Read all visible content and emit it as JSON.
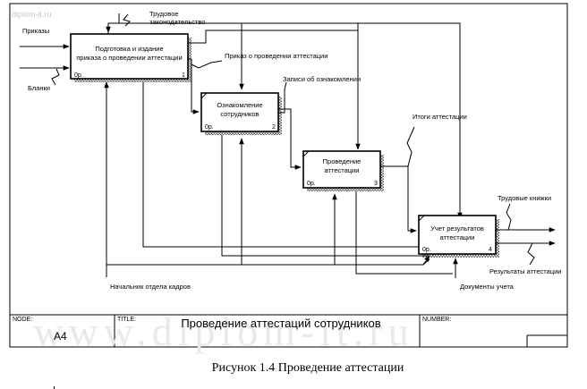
{
  "watermark_top": "diplom-it.ru",
  "watermark_bottom": "www.diplom-it.ru",
  "boxes": [
    {
      "text": [
        "Подготовка и издание",
        "приказа о проведении аттестации"
      ],
      "cost": "0р.",
      "num": "1"
    },
    {
      "text": [
        "Ознакомление",
        "сотрудников"
      ],
      "cost": "0р.",
      "num": "2"
    },
    {
      "text": [
        "Проведение",
        "аттестации"
      ],
      "cost": "0р.",
      "num": "3"
    },
    {
      "text": [
        "Учет результатов",
        "аттестации"
      ],
      "cost": "0р.",
      "num": "4"
    }
  ],
  "arrows": {
    "prikazy": "Приказы",
    "blanki": "Бланки",
    "trudovoe": [
      "Трудовое",
      "законодательство"
    ],
    "prikaz_o_provedenii": "Приказ о проведении аттестации",
    "zapisi": "Записи об ознакомлении",
    "itogi": "Итоги аттестации",
    "trudovye_knizhki": "Трудовые книжки",
    "rezultaty": "Результаты аттестации",
    "dokumenty": "Документы учета",
    "nachalnik": "Начальник отдела кадров"
  },
  "frame": {
    "node_label": "NODE:",
    "node_value": "A4",
    "title_label": "TITLE:",
    "title_value": "Проведение аттестаций  сотрудников",
    "number_label": "NUMBER:"
  },
  "caption": "Рисунок 1.4 Проведение аттестации"
}
